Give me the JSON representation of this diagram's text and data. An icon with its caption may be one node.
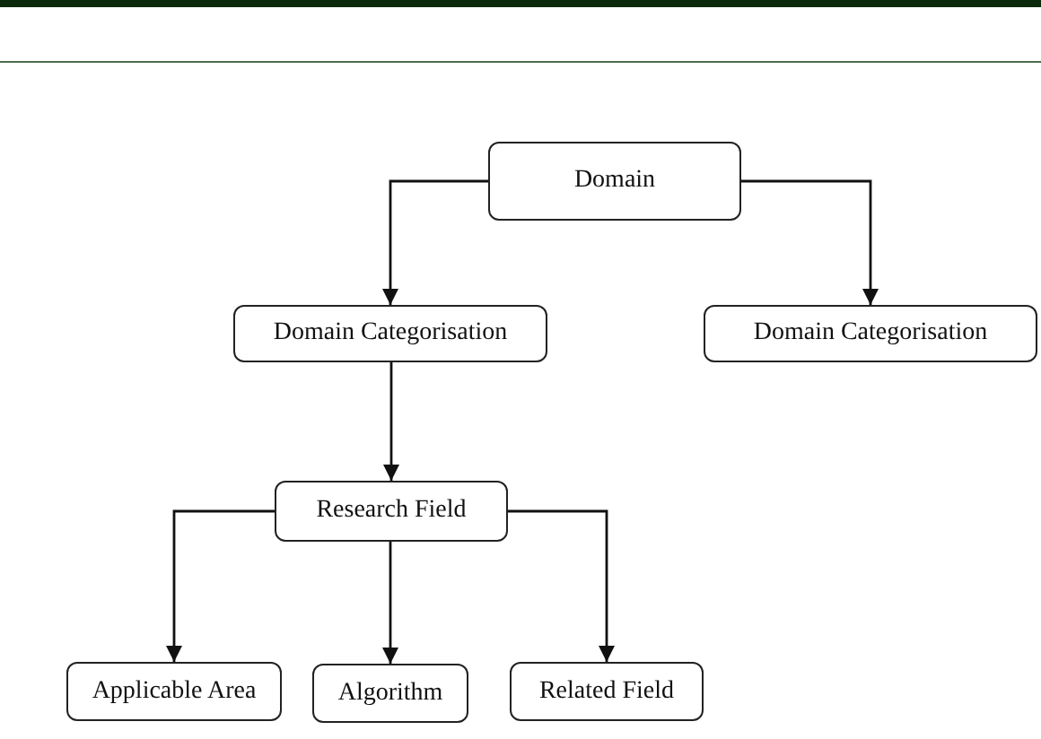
{
  "diagram": {
    "nodes": [
      {
        "text": [
          "Domain"
        ]
      },
      {
        "text": [
          "Domain Categorisation"
        ]
      },
      {
        "text": [
          "Domain Categorisation"
        ]
      },
      {
        "text": [
          "Research Field"
        ]
      },
      {
        "text": [
          "Applicable Area"
        ]
      },
      {
        "text": [
          "Algorithm"
        ]
      },
      {
        "text": [
          "Related Field"
        ]
      }
    ],
    "edges": [
      {
        "from": 0,
        "to": 1,
        "arrow": "to"
      },
      {
        "from": 0,
        "to": 2,
        "arrow": "to"
      },
      {
        "from": 1,
        "to": 3,
        "arrow": "to"
      },
      {
        "from": 3,
        "to": 4,
        "arrow": "to"
      },
      {
        "from": 3,
        "to": 5,
        "arrow": "to"
      },
      {
        "from": 3,
        "to": 6,
        "arrow": "to"
      }
    ]
  }
}
